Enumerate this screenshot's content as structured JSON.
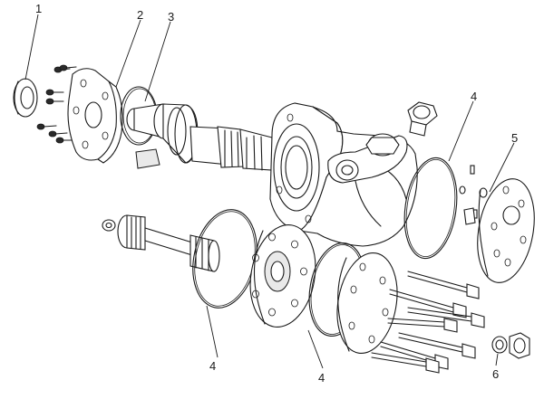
{
  "callouts": [
    {
      "id": "c1",
      "label": "1"
    },
    {
      "id": "c2",
      "label": "2"
    },
    {
      "id": "c3",
      "label": "3"
    },
    {
      "id": "c4a",
      "label": "4"
    },
    {
      "id": "c5",
      "label": "5"
    },
    {
      "id": "c4b",
      "label": "4"
    },
    {
      "id": "c4c",
      "label": "4"
    },
    {
      "id": "c6",
      "label": "6"
    }
  ],
  "colors": {
    "line": "#1a1a1a",
    "background": "#ffffff"
  }
}
